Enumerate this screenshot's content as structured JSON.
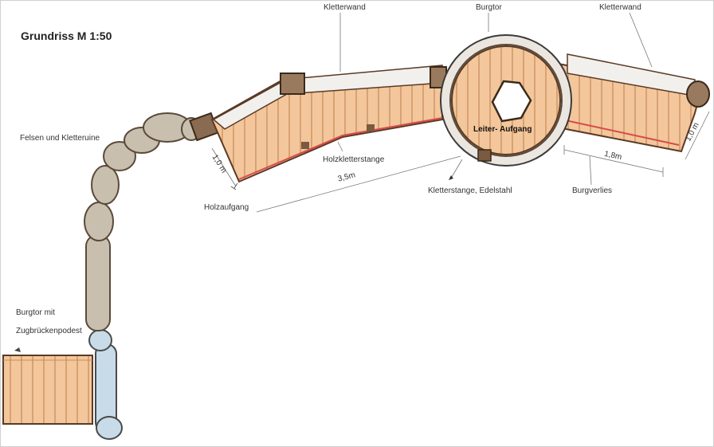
{
  "title": "Grundriss M 1:50",
  "labels": {
    "kletterwand_left": "Kletterwand",
    "burgtor_top": "Burgtor",
    "kletterwand_right": "Kletterwand",
    "felsen": "Felsen und Kletteruine",
    "holzkletterstange": "Holzkletterstange",
    "leiter": "Leiter- Aufgang",
    "holzaufgang": "Holzaufgang",
    "kletterstange": "Kletterstange, Edelstahl",
    "burgverlies": "Burgverlies",
    "burgtor_line1": "Burgtor mit",
    "burgtor_line2": "Zugbrückenpodest"
  },
  "dimensions": {
    "d35": "3,5m",
    "d10_left": "1,0 m",
    "d18": "1,8m",
    "d10_right": "1,0 m"
  },
  "colors": {
    "wood": "#f3c79b",
    "plank": "#c98d5e",
    "outline": "#5a3a26",
    "stone": "#c9bfae",
    "wall": "#f2f0ed",
    "red": "#d94a4a",
    "blue": "#c7dbe8"
  }
}
